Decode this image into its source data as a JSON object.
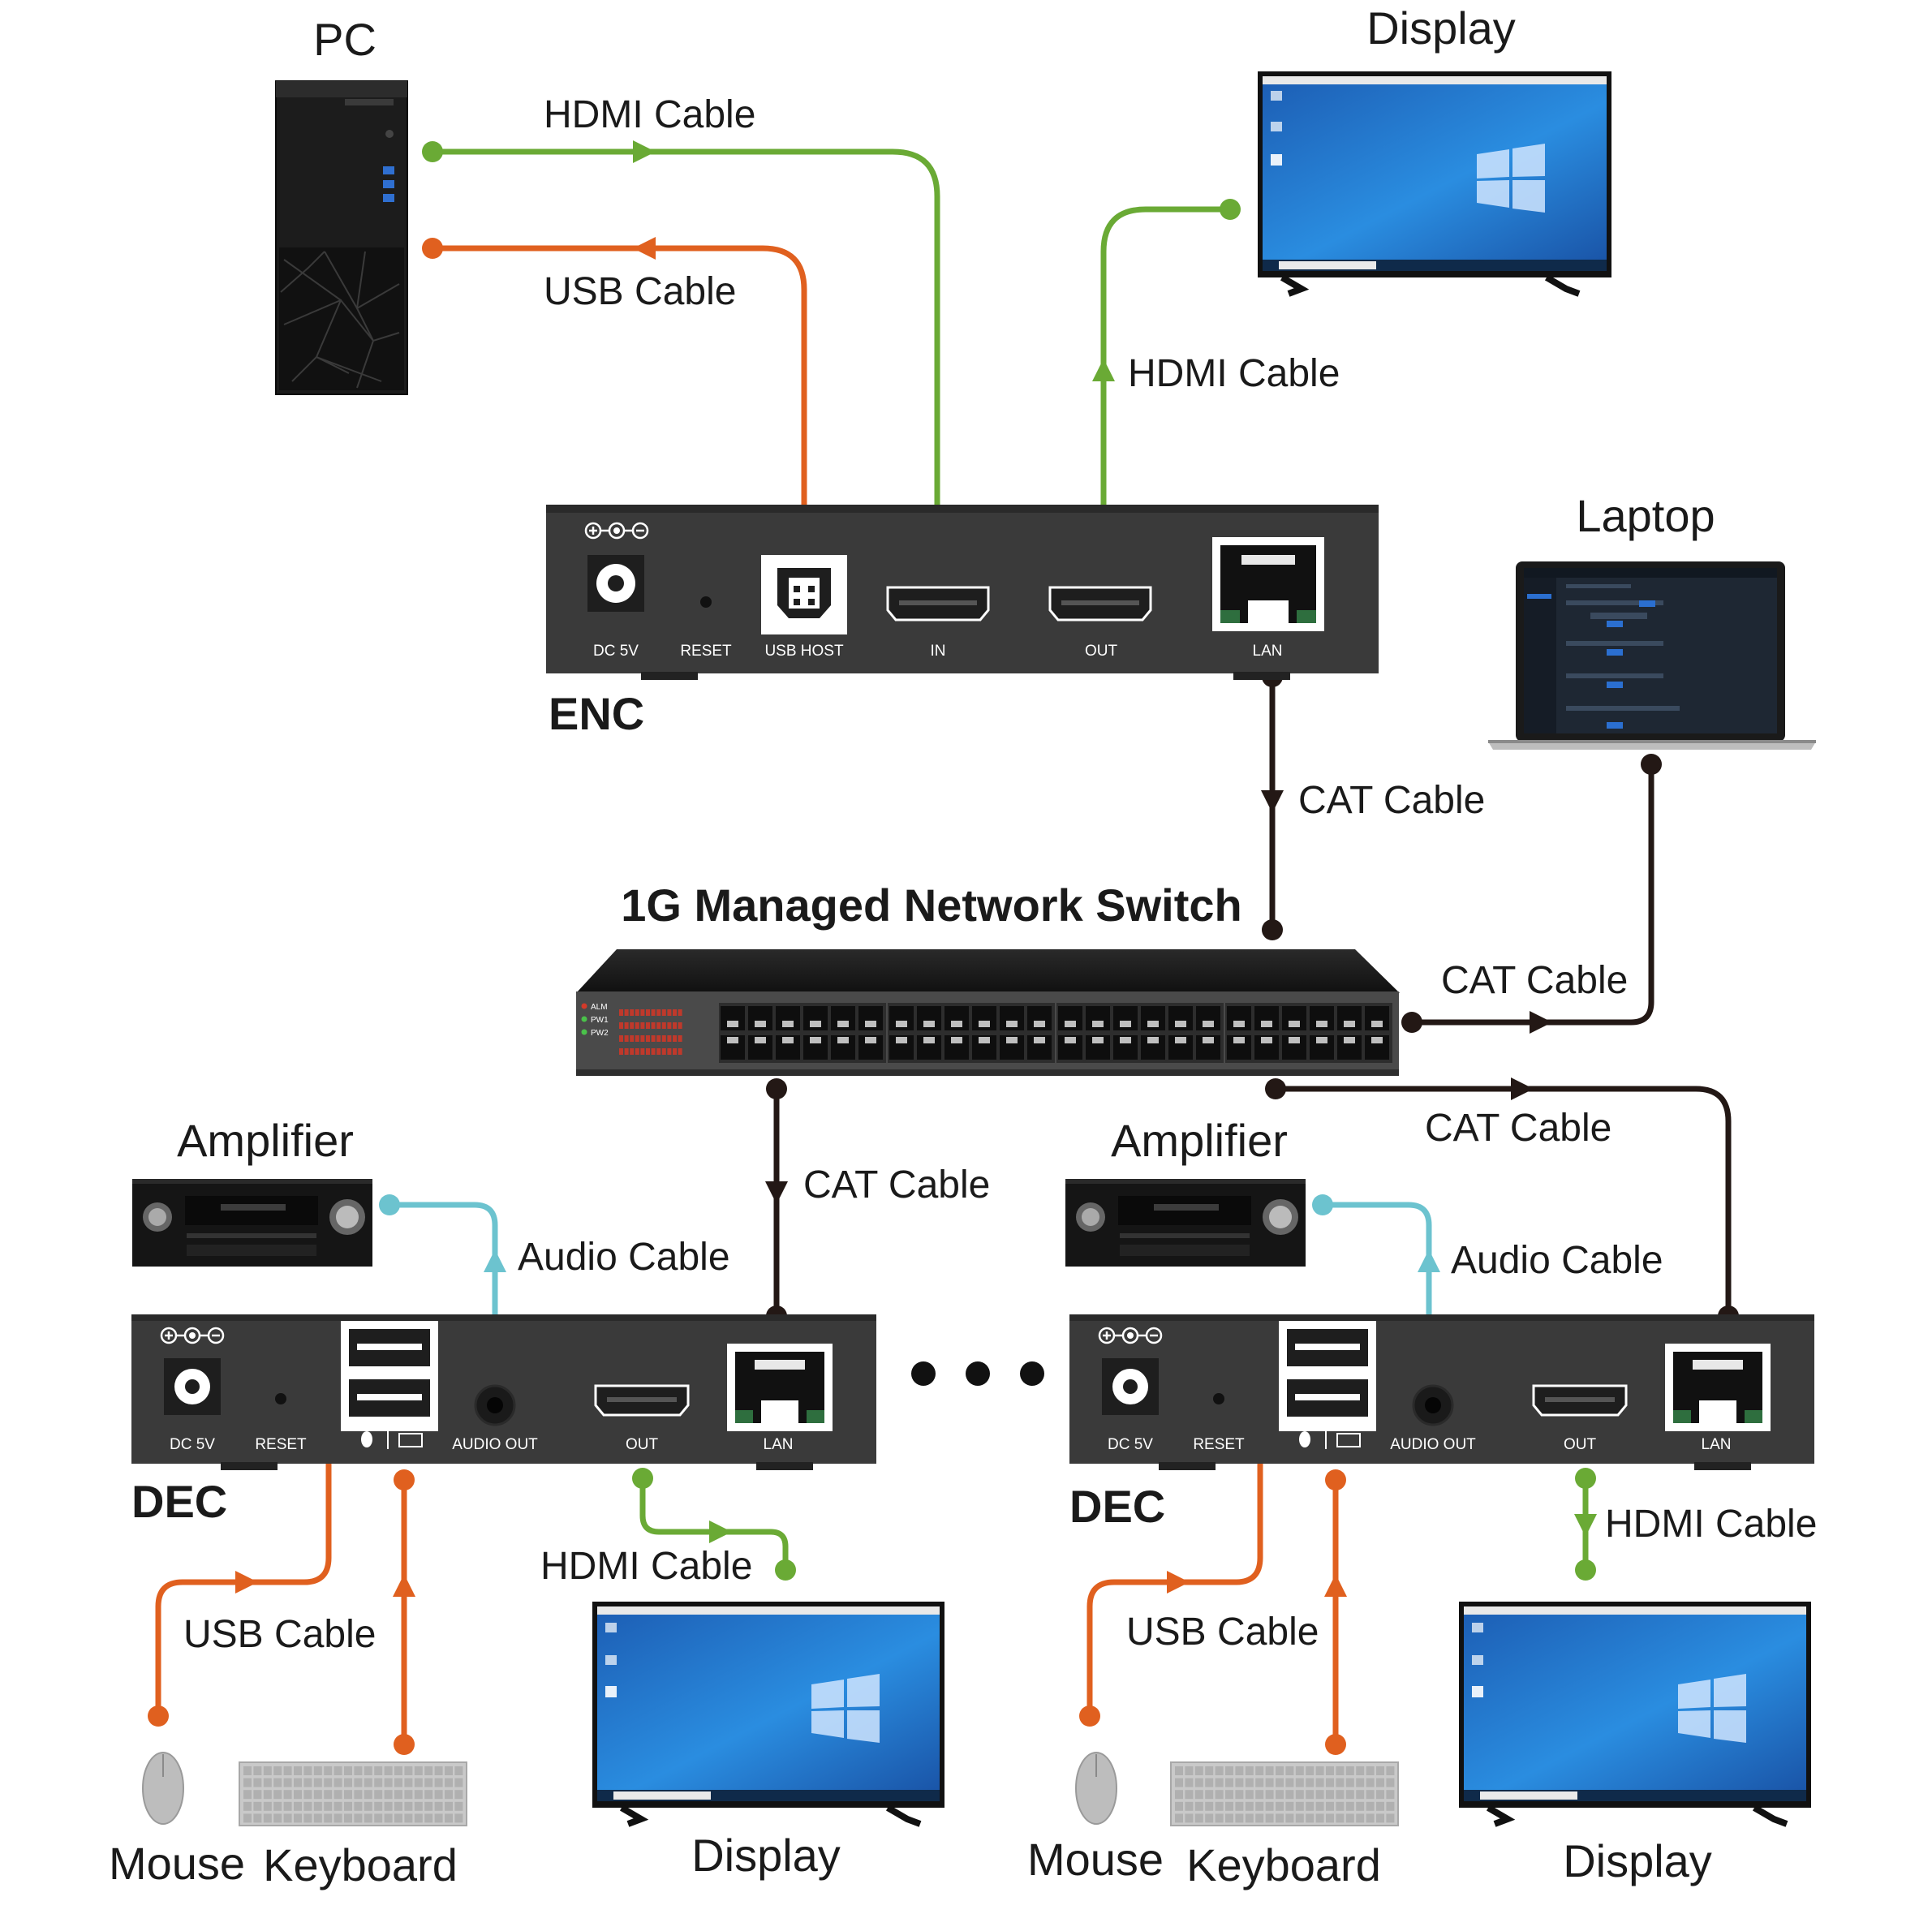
{
  "devices": {
    "pc": "PC",
    "display_top": "Display",
    "laptop": "Laptop",
    "encoder": "ENC",
    "switch": "1G Managed Network Switch",
    "amplifier_left": "Amplifier",
    "amplifier_right": "Amplifier",
    "decoder_left": "DEC",
    "decoder_right": "DEC",
    "mouse_left": "Mouse",
    "keyboard_left": "Keyboard",
    "display_left": "Display",
    "mouse_right": "Mouse",
    "keyboard_right": "Keyboard",
    "display_right": "Display"
  },
  "cables": {
    "pc_hdmi": "HDMI Cable",
    "pc_usb": "USB Cable",
    "enc_out_hdmi": "HDMI Cable",
    "enc_lan_cat": "CAT Cable",
    "laptop_cat": "CAT Cable",
    "dec_left_cat": "CAT Cable",
    "dec_right_cat": "CAT Cable",
    "dec_left_audio": "Audio Cable",
    "dec_right_audio": "Audio Cable",
    "dec_left_hdmi": "HDMI Cable",
    "dec_right_hdmi": "HDMI Cable",
    "dec_left_usb": "USB Cable",
    "dec_right_usb": "USB Cable"
  },
  "encoder_ports": {
    "power_symbol": "⊕-◉-⊖",
    "dc": "DC 5V",
    "reset": "RESET",
    "usb_host": "USB HOST",
    "in": "IN",
    "out": "OUT",
    "lan": "LAN"
  },
  "decoder_ports": {
    "power_symbol": "⊕-◉-⊖",
    "dc": "DC 5V",
    "reset": "RESET",
    "audio_out": "AUDIO OUT",
    "out": "OUT",
    "lan": "LAN"
  },
  "switch_leds": [
    "ALM",
    "PW1",
    "PW2"
  ],
  "colors": {
    "hdmi": "#6aaa35",
    "usb": "#e0601f",
    "audio": "#6cc3cf",
    "cat": "#231815",
    "device_body": "#3a3a3a",
    "screen": "#1e73c8"
  }
}
